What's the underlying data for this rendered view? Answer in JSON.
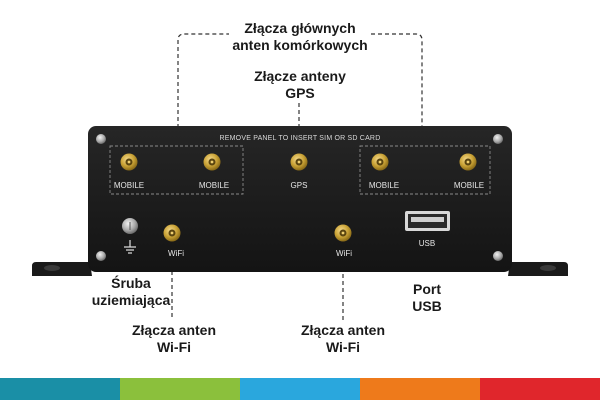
{
  "callouts": {
    "main_antennas": {
      "line1": "Złącza głównych",
      "line2": "anten komórkowych"
    },
    "gps_antenna": {
      "line1": "Złącze anteny",
      "line2": "GPS"
    },
    "grounding_screw": {
      "line1": "Śruba",
      "line2": "uziemiająca"
    },
    "wifi_left": {
      "line1": "Złącza anten",
      "line2": "Wi-Fi"
    },
    "wifi_right": {
      "line1": "Złącza anten",
      "line2": "Wi-Fi"
    },
    "usb_port": {
      "line1": "Port",
      "line2": "USB"
    }
  },
  "device": {
    "panel_note": "REMOVE PANEL TO INSERT SIM OR SD CARD",
    "connectors": {
      "mobile_1": "MOBILE",
      "mobile_2": "MOBILE",
      "gps": "GPS",
      "mobile_3": "MOBILE",
      "mobile_4": "MOBILE",
      "wifi_1": "WiFi",
      "wifi_2": "WiFi",
      "usb": "USB"
    }
  },
  "colors": {
    "body": "#1b1b1b",
    "connector_gold": "#c9a235",
    "stripe_1": "#1a8fa6",
    "stripe_2": "#8bc03c",
    "stripe_3": "#2aa7dd",
    "stripe_4": "#ee7a1b",
    "stripe_5": "#e0262c"
  }
}
